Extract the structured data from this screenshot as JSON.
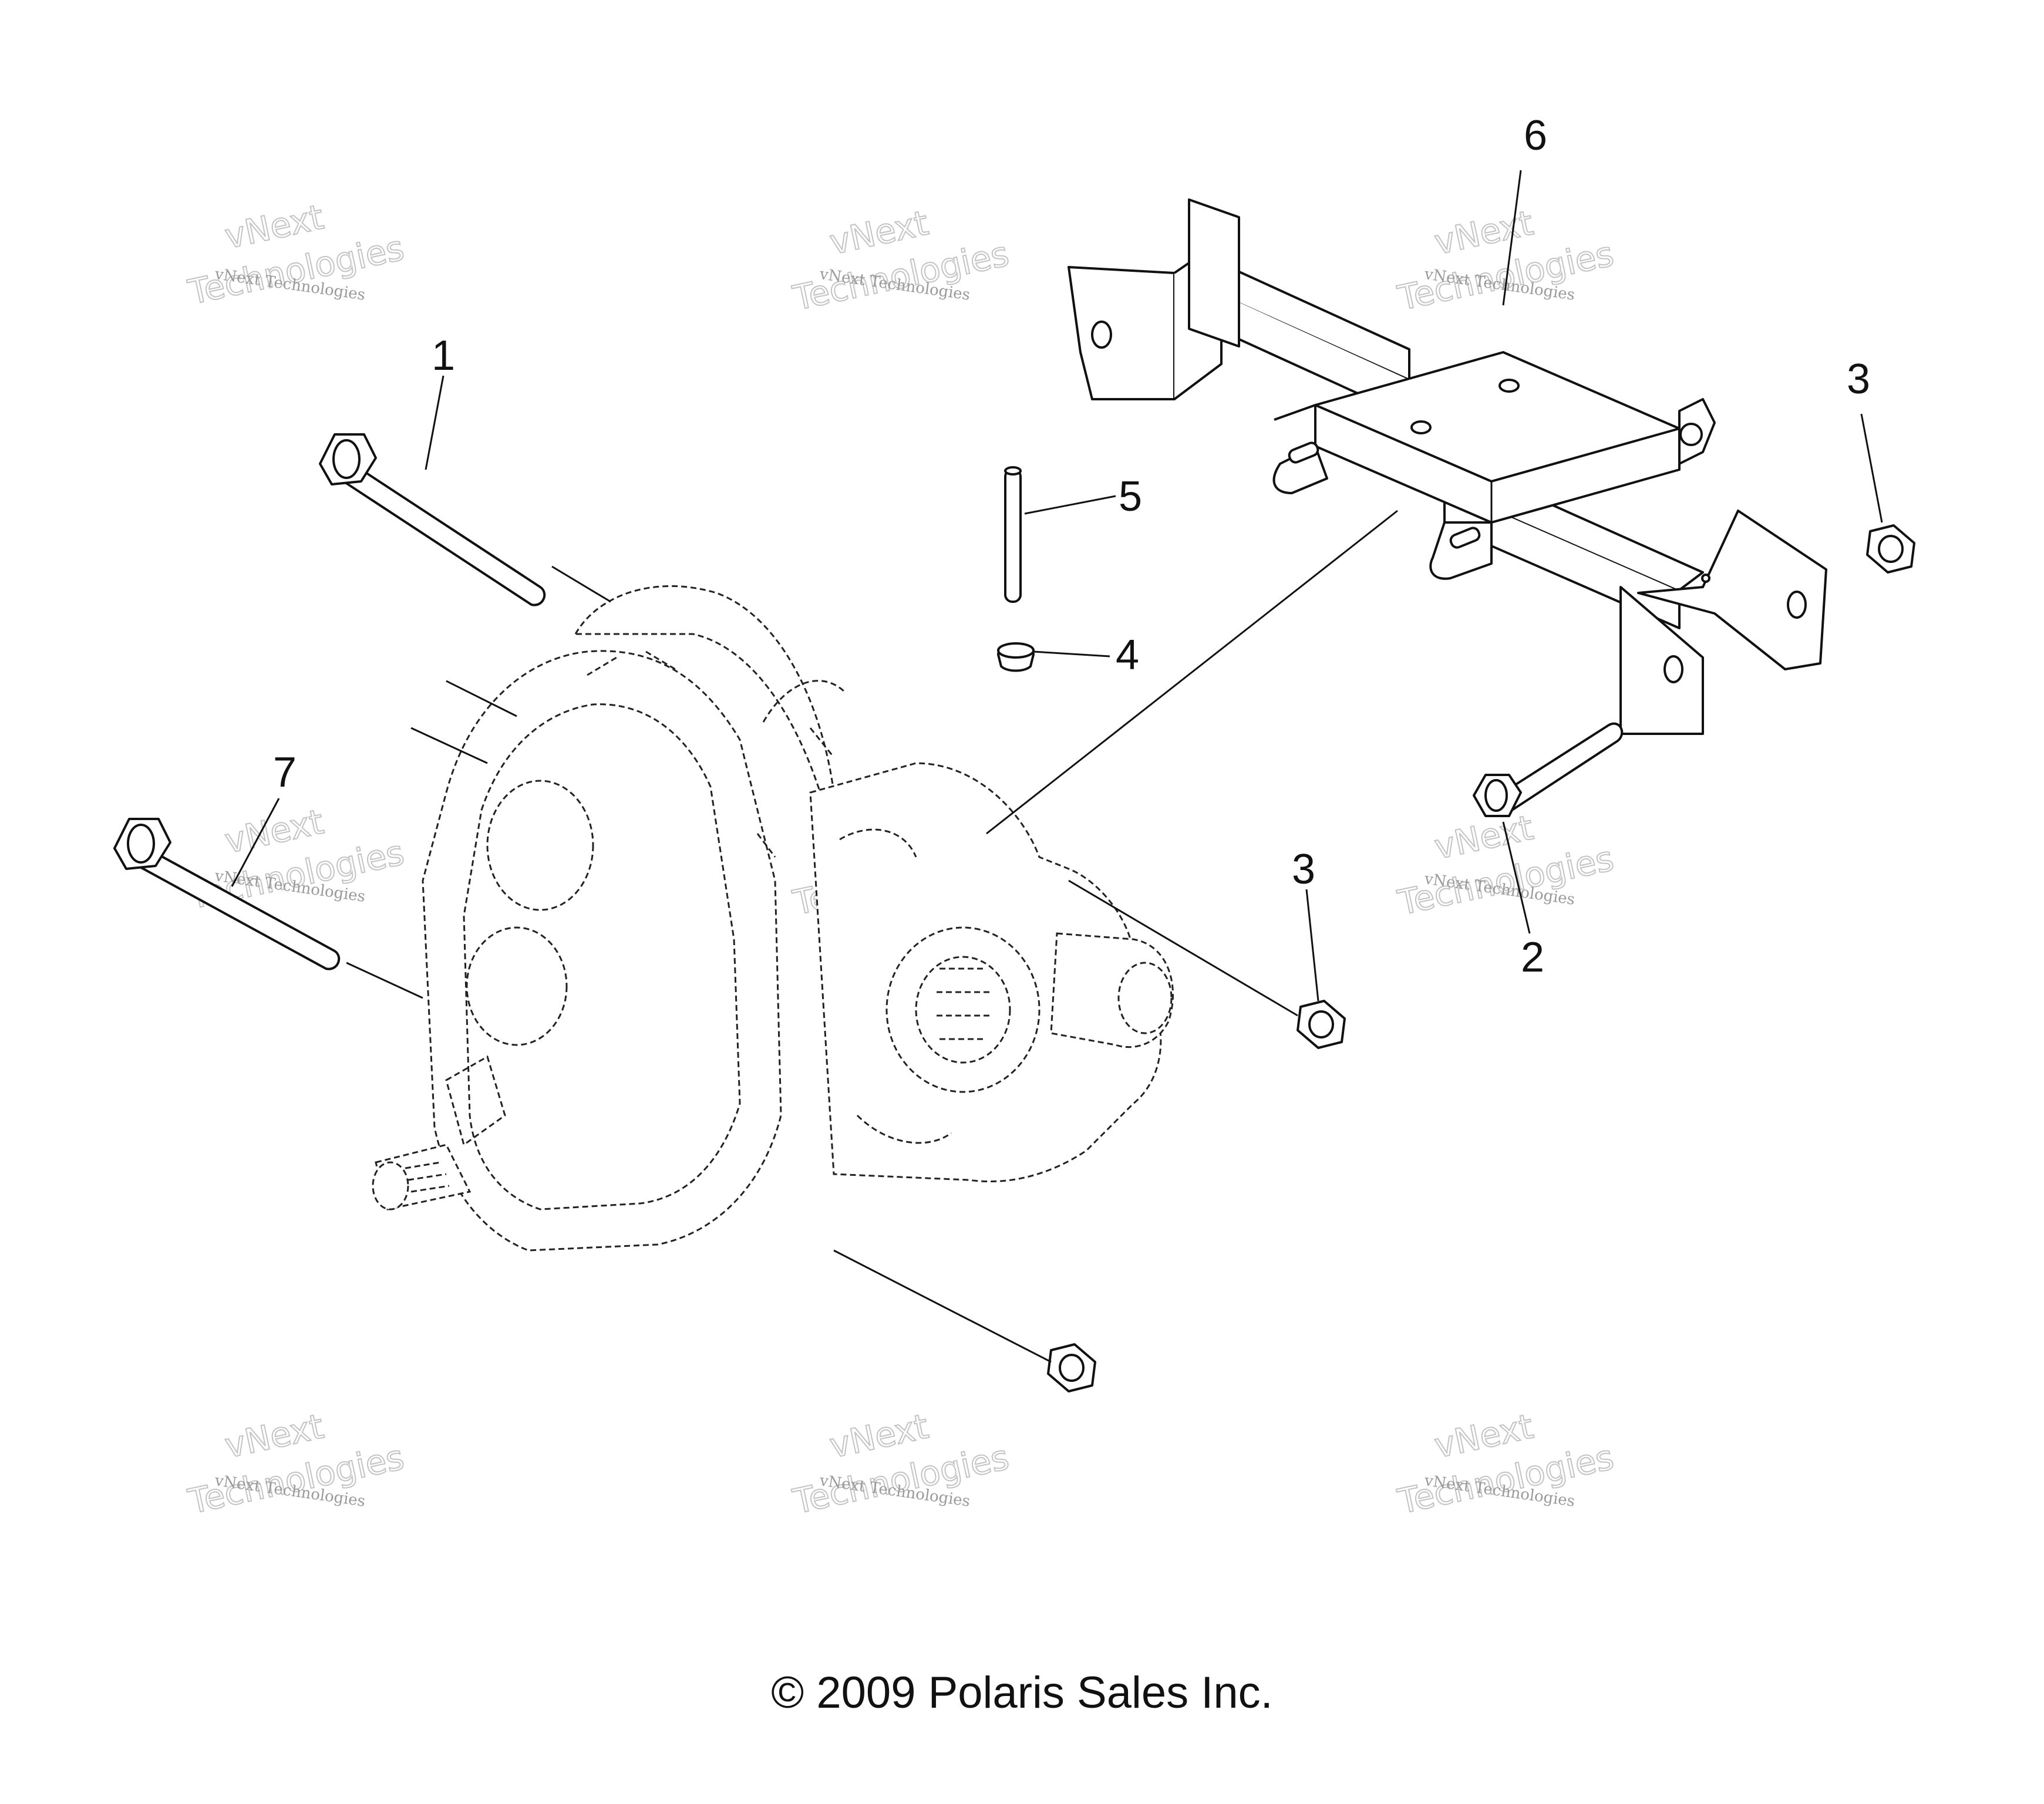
{
  "diagram": {
    "callouts": [
      {
        "id": "1",
        "label": "1"
      },
      {
        "id": "2",
        "label": "2"
      },
      {
        "id": "3a",
        "label": "3"
      },
      {
        "id": "3b",
        "label": "3"
      },
      {
        "id": "4",
        "label": "4"
      },
      {
        "id": "5",
        "label": "5"
      },
      {
        "id": "6",
        "label": "6"
      },
      {
        "id": "7",
        "label": "7"
      }
    ]
  },
  "watermark": {
    "small_text": "vNext Technologies",
    "big_text": "Technologies",
    "top_text": "vNext"
  },
  "footer": {
    "copyright_symbol": "©",
    "copyright_text": "2009 Polaris Sales Inc."
  }
}
